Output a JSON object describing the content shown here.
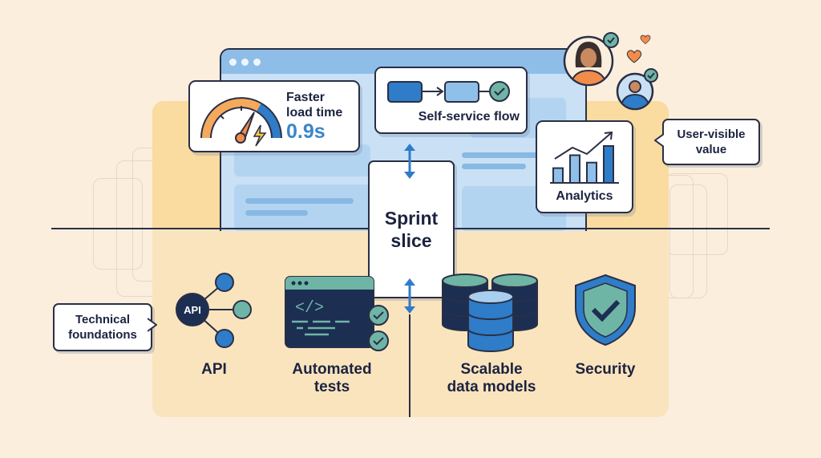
{
  "diagram": {
    "sprint_slice": {
      "line1": "Sprint",
      "line2": "slice"
    },
    "callouts": {
      "user_visible": {
        "line1": "User-visible",
        "line2": "value"
      },
      "technical": {
        "line1": "Technical",
        "line2": "foundations"
      }
    },
    "user_facing_cards": {
      "load_time": {
        "line1": "Faster",
        "line2": "load time",
        "value": "0.9s"
      },
      "self_service": {
        "label": "Self-service flow"
      },
      "analytics": {
        "label": "Analytics",
        "bars_relative": [
          0.4,
          0.75,
          0.55,
          1.0
        ]
      }
    },
    "foundations": [
      {
        "id": "api",
        "line1": "API",
        "line2": "",
        "icon": "api-network-icon",
        "icon_text": "API"
      },
      {
        "id": "tests",
        "line1": "Automated",
        "line2": "tests",
        "icon": "code-window-icon"
      },
      {
        "id": "data",
        "line1": "Scalable",
        "line2": "data models",
        "icon": "database-icon"
      },
      {
        "id": "security",
        "line1": "Security",
        "line2": "",
        "icon": "shield-check-icon"
      }
    ],
    "colors": {
      "background": "#fbeedd",
      "accent_blue": "#3a86c8",
      "teal": "#6fb5a6",
      "orange": "#f28c48",
      "navy": "#1c2e52",
      "outline": "#2a2f45"
    }
  }
}
